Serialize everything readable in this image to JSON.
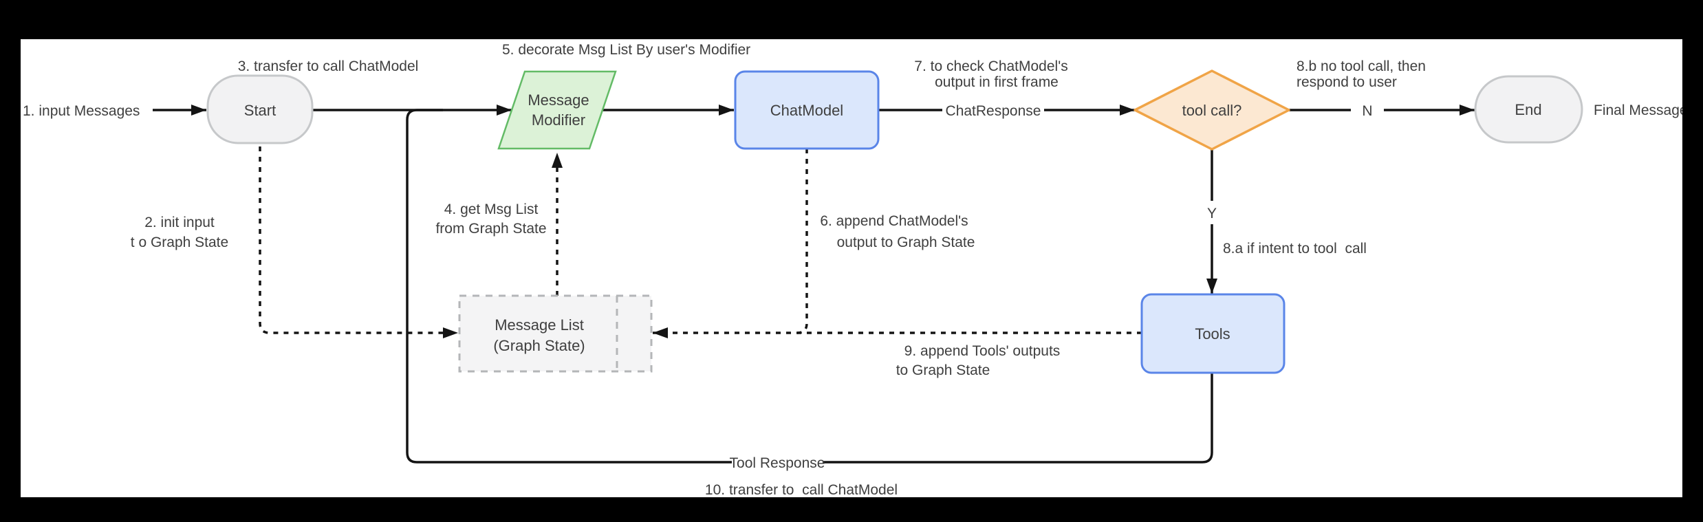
{
  "colors": {
    "background": "#000000",
    "canvas": "#ffffff",
    "text": "#3f3f3f",
    "line": "#141414",
    "gray_fill": "#f2f2f3",
    "gray_stroke": "#c6c8ca",
    "green_fill": "#dcf2d7",
    "green_stroke": "#63bb66",
    "blue_fill": "#dbe7fc",
    "blue_stroke": "#5a85e8",
    "orange_fill": "#fce8d2",
    "orange_stroke": "#f0a447",
    "dashedbox_fill": "#f4f4f5",
    "dashedbox_stroke": "#b4b6b8"
  },
  "nodes": {
    "start": "Start",
    "message_modifier_line1": "Message",
    "message_modifier_line2": "Modifier",
    "chat_model": "ChatModel",
    "tool_call_decision": "tool call?",
    "end": "End",
    "message_list_line1": "Message List",
    "message_list_line2": "(Graph State)",
    "tools": "Tools"
  },
  "labels": {
    "input_messages": "1. input Messages",
    "init_input_line1": "2. init input",
    "init_input_line2": "t o Graph State",
    "transfer_to_chatmodel": "3. transfer to call ChatModel",
    "get_msg_list_line1": "4. get Msg List",
    "get_msg_list_line2": "from Graph State",
    "decorate_msg_list": "5. decorate Msg List By user's Modifier",
    "append_chatmodel_line1": "6. append ChatModel's",
    "append_chatmodel_line2": "output to Graph State",
    "check_output_line1": "7. to check ChatModel's",
    "check_output_line2": "output in first frame",
    "chat_response": "ChatResponse",
    "no_tool_call_line1": "8.b no tool call, then",
    "no_tool_call_line2": "respond to user",
    "branch_no": "N",
    "branch_yes": "Y",
    "if_intent_tool_call": "8.a if intent to tool  call",
    "append_tools_line1": "9. append Tools' outputs",
    "append_tools_line2": "to Graph State",
    "tool_response": "Tool Response",
    "transfer_to_call_chatmodel": "10. transfer to  call ChatModel",
    "final_message": "Final Message"
  }
}
